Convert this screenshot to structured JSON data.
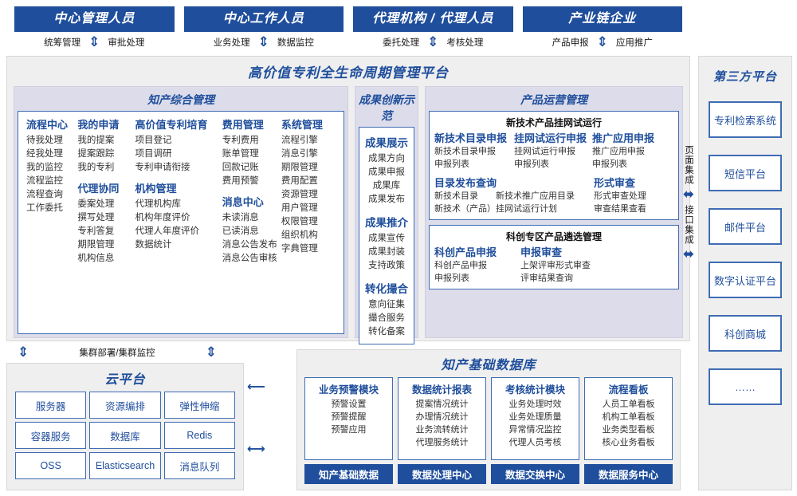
{
  "roles": [
    {
      "title": "中心管理人员",
      "left": "统筹管理",
      "right": "审批处理"
    },
    {
      "title": "中心工作人员",
      "left": "业务处理",
      "right": "数据监控"
    },
    {
      "title": "代理机构 / 代理人员",
      "left": "委托处理",
      "right": "考核处理"
    },
    {
      "title": "产业链企业",
      "left": "产品申报",
      "right": "应用推广"
    }
  ],
  "platform": {
    "title": "高价值专利全生命周期管理平台",
    "groups": {
      "zhichan": {
        "title": "知产综合管理",
        "columns": [
          {
            "sections": [
              {
                "head": "流程中心",
                "items": [
                  "待我处理",
                  "经我处理",
                  "我的监控",
                  "流程监控",
                  "流程查询",
                  "工作委托"
                ]
              }
            ]
          },
          {
            "sections": [
              {
                "head": "我的申请",
                "items": [
                  "我的提案",
                  "提案跟踪",
                  "我的专利"
                ]
              },
              {
                "head": "代理协同",
                "items": [
                  "委案处理",
                  "撰写处理",
                  "专利答复",
                  "期限管理",
                  "机构信息"
                ]
              }
            ]
          },
          {
            "sections": [
              {
                "head": "高价值专利培育",
                "items": [
                  "项目登记",
                  "项目调研",
                  "专利申请衔接"
                ]
              },
              {
                "head": "机构管理",
                "items": [
                  "代理机构库",
                  "机构年度评价",
                  "代理人年度评价",
                  "数据统计"
                ]
              }
            ]
          },
          {
            "sections": [
              {
                "head": "费用管理",
                "items": [
                  "专利费用",
                  "账单管理",
                  "回款记账",
                  "费用预警"
                ]
              },
              {
                "head": "消息中心",
                "items": [
                  "未读消息",
                  "已读消息",
                  "消息公告发布",
                  "消息公告审核"
                ]
              }
            ]
          },
          {
            "sections": [
              {
                "head": "系统管理",
                "items": [
                  "流程引擎",
                  "消息引擎",
                  "期限管理",
                  "费用配置",
                  "资源管理",
                  "用户管理",
                  "权限管理",
                  "组织机构",
                  "字典管理"
                ]
              }
            ]
          }
        ]
      },
      "chengguo": {
        "title": "成果创新示范",
        "sections": [
          {
            "head": "成果展示",
            "items": [
              "成果方向",
              "成果申报",
              "成果库",
              "成果发布"
            ]
          },
          {
            "head": "成果推介",
            "items": [
              "成果宣传",
              "成果封装",
              "支持政策"
            ]
          },
          {
            "head": "转化撮合",
            "items": [
              "意向征集",
              "撮合服务",
              "转化备案"
            ]
          }
        ]
      },
      "chanpin": {
        "title": "产品运营管理",
        "cards": [
          {
            "title": "新技术产品挂网试运行",
            "row1": [
              {
                "head": "新技术目录申报",
                "items": [
                  "新技术目录申报",
                  "申报列表"
                ]
              },
              {
                "head": "挂网试运行申报",
                "items": [
                  "挂网试运行申报",
                  "申报列表"
                ]
              },
              {
                "head": "推广应用申报",
                "items": [
                  "推广应用申报",
                  "申报列表"
                ]
              }
            ],
            "row2": [
              {
                "head": "目录发布查询",
                "items": [
                  "新技术目录　　新技术推广应用目录",
                  "新技术（产品）挂网试运行计划"
                ]
              },
              {
                "head": "形式审查",
                "items": [
                  "形式审查处理",
                  "审查结果查看"
                ]
              }
            ]
          },
          {
            "title": "科创专区产品遴选管理",
            "row1": [
              {
                "head": "科创产品申报",
                "items": [
                  "科创产品申报",
                  "申报列表"
                ]
              },
              {
                "head": "申报审查",
                "items": [
                  "上架评审形式审查",
                  "评审结果查询"
                ]
              }
            ],
            "row2": []
          }
        ]
      }
    }
  },
  "integration": {
    "page": "页面集成",
    "api": "接口集成"
  },
  "third_party": {
    "title": "第三方平台",
    "items": [
      "专利检索系统",
      "短信平台",
      "邮件平台",
      "数字认证平台",
      "科创商城",
      "……"
    ]
  },
  "cluster_label": "集群部署/集群监控",
  "cloud": {
    "title": "云平台",
    "items": [
      "服务器",
      "资源编排",
      "弹性伸缩",
      "容器服务",
      "数据库",
      "Redis",
      "OSS",
      "Elasticsearch",
      "消息队列"
    ]
  },
  "database": {
    "title": "知产基础数据库",
    "columns": [
      {
        "head": "业务预警模块",
        "items": [
          "预警设置",
          "预警提醒",
          "预警应用"
        ],
        "foot": "知产基础数据"
      },
      {
        "head": "数据统计报表",
        "items": [
          "提案情况统计",
          "办理情况统计",
          "业务流转统计",
          "代理服务统计"
        ],
        "foot": "数据处理中心"
      },
      {
        "head": "考核统计模块",
        "items": [
          "业务处理时效",
          "业务处理质量",
          "异常情况监控",
          "代理人员考核"
        ],
        "foot": "数据交换中心"
      },
      {
        "head": "流程看板",
        "items": [
          "人员工单看板",
          "机构工单看板",
          "业务类型看板",
          "核心业务看板"
        ],
        "foot": "数据服务中心"
      }
    ]
  },
  "colors": {
    "brand_blue": "#1f4e9c",
    "panel_bg": "#efefef",
    "group_bg": "#dcdcea",
    "border_blue": "#3f6cb4"
  }
}
